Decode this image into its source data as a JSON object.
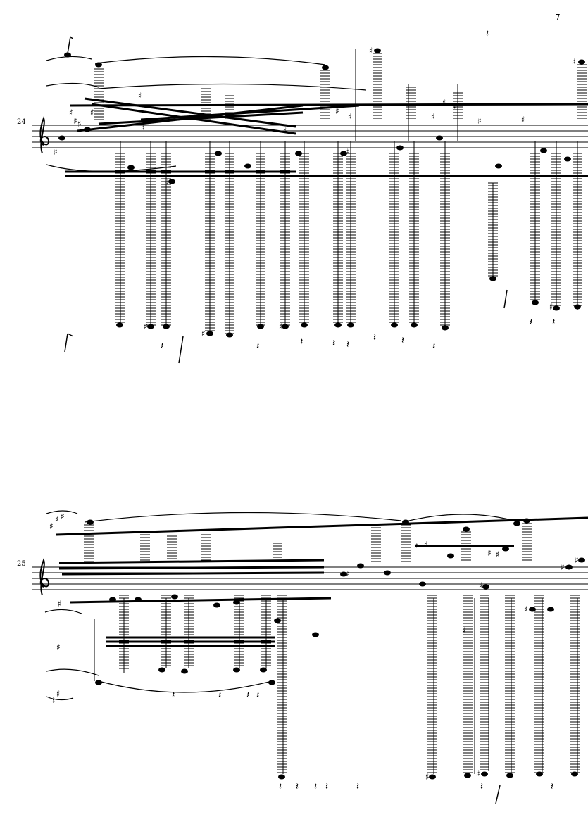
{
  "page_number": "7",
  "systems": [
    {
      "measure_number": "24",
      "clef": "treble-clef-icon"
    },
    {
      "measure_number": "25",
      "clef": "treble-clef-icon"
    }
  ],
  "colors": {
    "ink": "#000000",
    "paper": "#ffffff"
  }
}
